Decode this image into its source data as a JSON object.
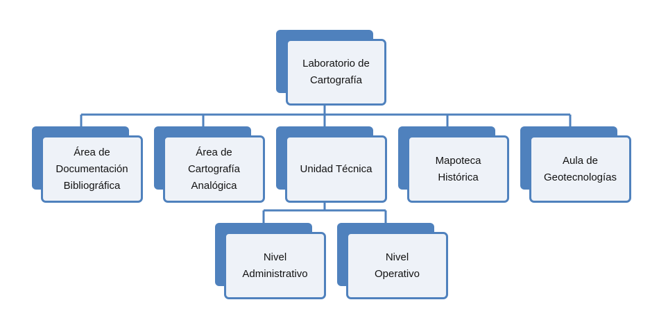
{
  "colors": {
    "accent": "#4f81bd",
    "card_fill": "#eef2f8",
    "text": "#111111"
  },
  "diagram": {
    "root": {
      "label": "Laboratorio de\nCartografía"
    },
    "departments": [
      {
        "label": "Área de\nDocumentación\nBibliográfica"
      },
      {
        "label": "Área de\nCartografía\nAnalógica"
      },
      {
        "label": "Unidad Técnica"
      },
      {
        "label": "Mapoteca\nHistórica"
      },
      {
        "label": "Aula de\nGeotecnologías"
      }
    ],
    "sub_units": [
      {
        "label": "Nivel\nAdministrativo"
      },
      {
        "label": "Nivel\nOperativo"
      }
    ]
  }
}
